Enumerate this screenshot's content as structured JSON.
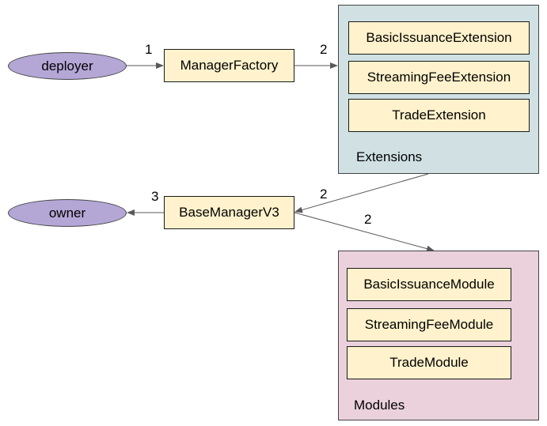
{
  "nodes": {
    "deployer": "deployer",
    "owner": "owner",
    "manager_factory": "ManagerFactory",
    "base_manager": "BaseManagerV3"
  },
  "extensions": {
    "title": "Extensions",
    "items": [
      "BasicIssuanceExtension",
      "StreamingFeeExtension",
      "TradeExtension"
    ]
  },
  "modules": {
    "title": "Modules",
    "items": [
      "BasicIssuanceModule",
      "StreamingFeeModule",
      "TradeModule"
    ]
  },
  "edges": {
    "deployer_to_factory": "1",
    "factory_to_extensions": "2",
    "extensions_to_manager": "2",
    "manager_to_modules": "2",
    "manager_to_owner": "3"
  },
  "colors": {
    "box_fill": "#fff2cc",
    "actor_fill": "#b4a7d6",
    "extensions_fill": "#d0e0e3",
    "modules_fill": "#ead1dc",
    "arrow": "#595959"
  }
}
